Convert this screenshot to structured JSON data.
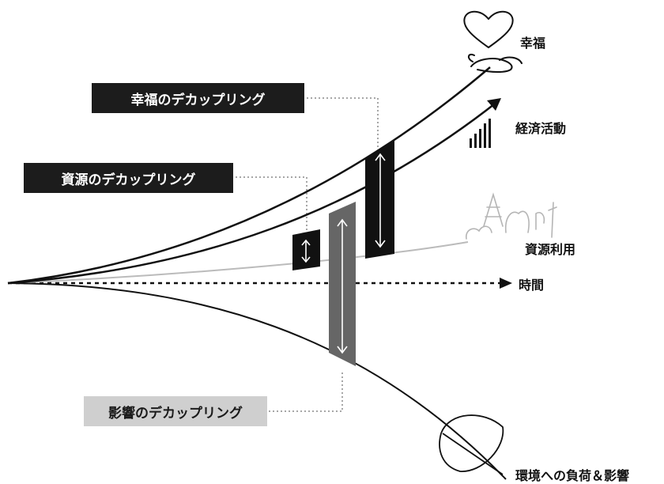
{
  "labels": {
    "decoupling_wellbeing": "幸福のデカップリング",
    "decoupling_resource": "資源のデカップリング",
    "decoupling_impact": "影響のデカップリング",
    "wellbeing": "幸福",
    "economic_activity": "経済活動",
    "resource_use": "資源利用",
    "time": "時間",
    "environmental_impact": "環境への負荷＆影響"
  },
  "icons": [
    "heart-in-hand-icon",
    "bar-chart-icon",
    "trees-icon",
    "leaf-icon"
  ],
  "colors": {
    "line": "#111111",
    "dark_band": "#111111",
    "impact_band": "#666666",
    "light_line": "#bbbbbb"
  }
}
